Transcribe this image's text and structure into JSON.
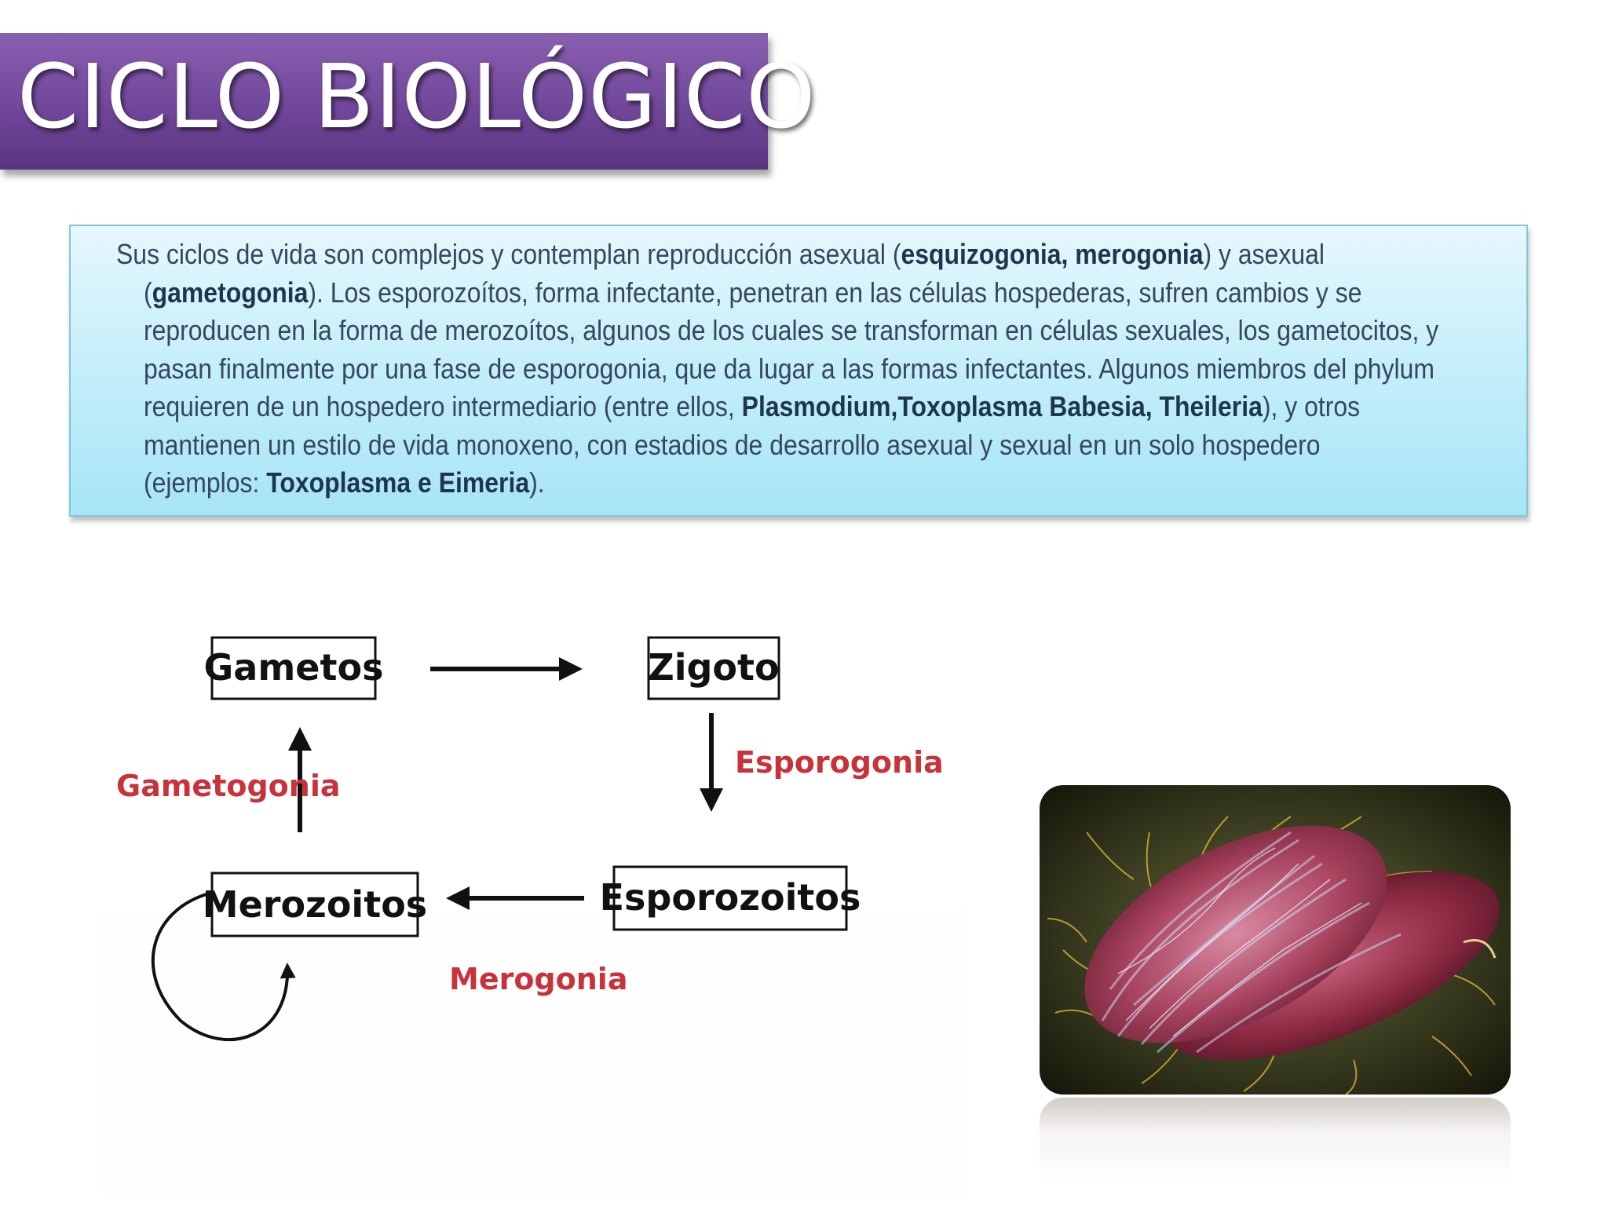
{
  "slide": {
    "title": "CICLO BIOLÓGICO",
    "paragraph": {
      "line1_a": "Sus ciclos de vida son complejos y contemplan reproducción asexual (",
      "line1_b": "esquizogonia, merogonia",
      "line1_c": ") y asexual",
      "line2_a": "(",
      "line2_b": "gametogonia",
      "line2_c": "). Los esporozoítos, forma infectante, penetran en las células hospederas, sufren cambios y se",
      "line3": "reproducen en la forma de merozoítos, algunos de los cuales se transforman en células sexuales, los gametocitos, y",
      "line4": "pasan finalmente por una fase de esporogonia, que da lugar a las formas infectantes. Algunos miembros del phylum",
      "line5_a": "requieren de un hospedero intermediario (entre ellos, ",
      "line5_b": "Plasmodium,Toxoplasma Babesia, Theileria",
      "line5_c": "), y otros",
      "line6": "mantienen un estilo de vida monoxeno, con estadios de desarrollo asexual y sexual en un solo hospedero",
      "line7_a": "(ejemplos: ",
      "line7_b": "Toxoplasma e Eimeria",
      "line7_c": ")."
    }
  },
  "diagram": {
    "nodes": {
      "gametos": "Gametos",
      "zigoto": "Zigoto",
      "esporozoitos": "Esporozoitos",
      "merozoitos": "Merozoitos"
    },
    "edges": {
      "esporogonia": "Esporogonia",
      "merogonia": "Merogonia",
      "gametogonia": "Gametogonia"
    },
    "colors": {
      "node_border": "#111111",
      "arrow": "#111111",
      "edge_label": "#c8323a"
    }
  },
  "photo": {
    "icon": "parasite-micrograph-image"
  },
  "colors": {
    "title_banner": "#71479b",
    "text_box": "#c4eef9",
    "text": "#35475f"
  }
}
